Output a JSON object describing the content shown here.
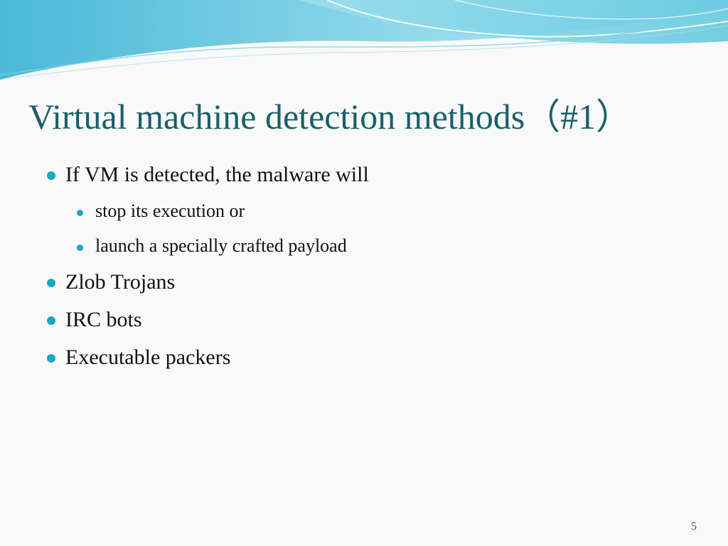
{
  "slide": {
    "title": "Virtual machine detection methods（#1）",
    "bullets": [
      {
        "level": 1,
        "text": "If VM is detected, the malware will"
      },
      {
        "level": 2,
        "text": "stop its execution or"
      },
      {
        "level": 2,
        "text": "launch a specially crafted payload"
      },
      {
        "level": 1,
        "text": "Zlob Trojans"
      },
      {
        "level": 1,
        "text": "IRC bots"
      },
      {
        "level": 1,
        "text": "Executable packers"
      }
    ],
    "page_number": "5"
  },
  "theme": {
    "title_color": "#17606b",
    "bullet_color": "#1aa8c2",
    "wave_light": "#a8e2ee",
    "wave_mid": "#5cc6de",
    "wave_deep": "#2ba9cc"
  }
}
